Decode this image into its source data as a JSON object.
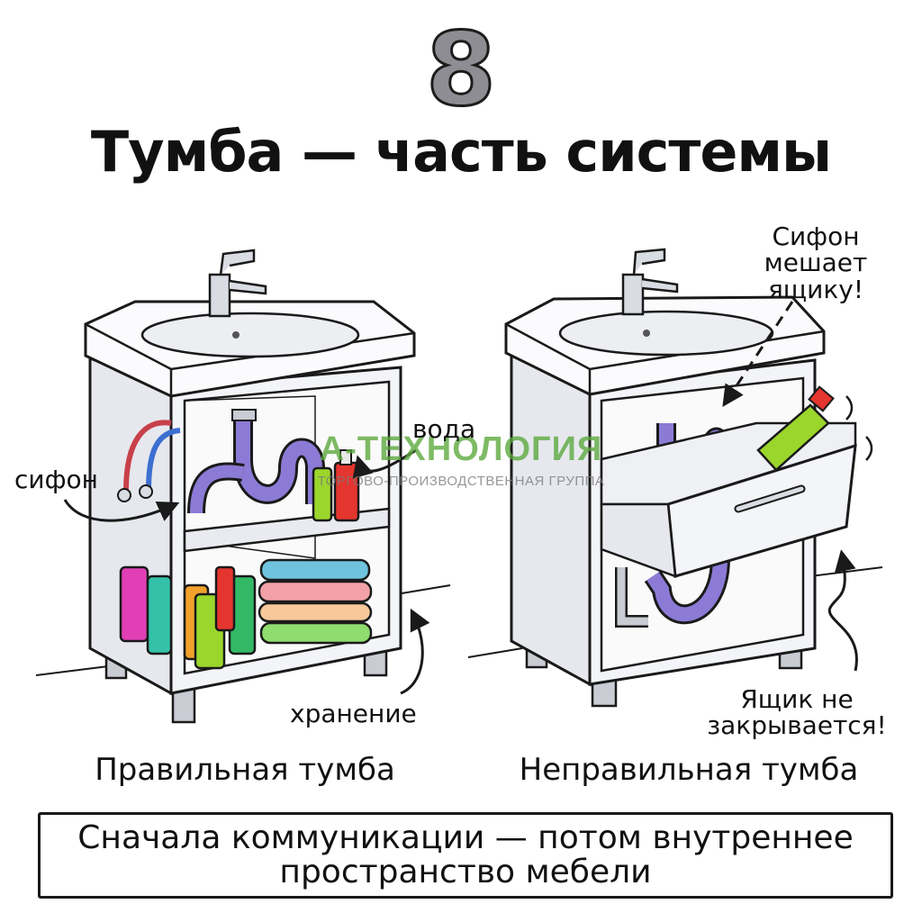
{
  "step_number": "8",
  "title": "Тумба — часть системы",
  "left_cabinet": {
    "caption": "Правильная тумба",
    "labels": {
      "siphon": "сифон",
      "water": "вода",
      "storage": "хранение"
    }
  },
  "right_cabinet": {
    "caption": "Неправильная тумба",
    "labels": {
      "siphon_warning": "Сифон мешает ящику!",
      "drawer_warning": "Ящик не закрывается!"
    }
  },
  "conclusion": "Сначала коммуникации — потом внутреннее пространство мебели",
  "watermark": {
    "name": "А-ТЕХНОЛОГИЯ",
    "subtitle": "ТОРГОВО-ПРОИЗВОДСТВЕННАЯ ГРУППА"
  },
  "colors": {
    "outline": "#1a1a1a",
    "cabinet": "#f3f4f7",
    "siphon": "#8c7bd6",
    "towel_blue": "#6fc3dc",
    "towel_pink": "#f3a1a8",
    "towel_green": "#8fdc6f",
    "bottle_magenta": "#e03fb5",
    "bottle_green": "#9bd62c",
    "bottle_red": "#e5352f",
    "watermark_green": "#5aa83b"
  }
}
